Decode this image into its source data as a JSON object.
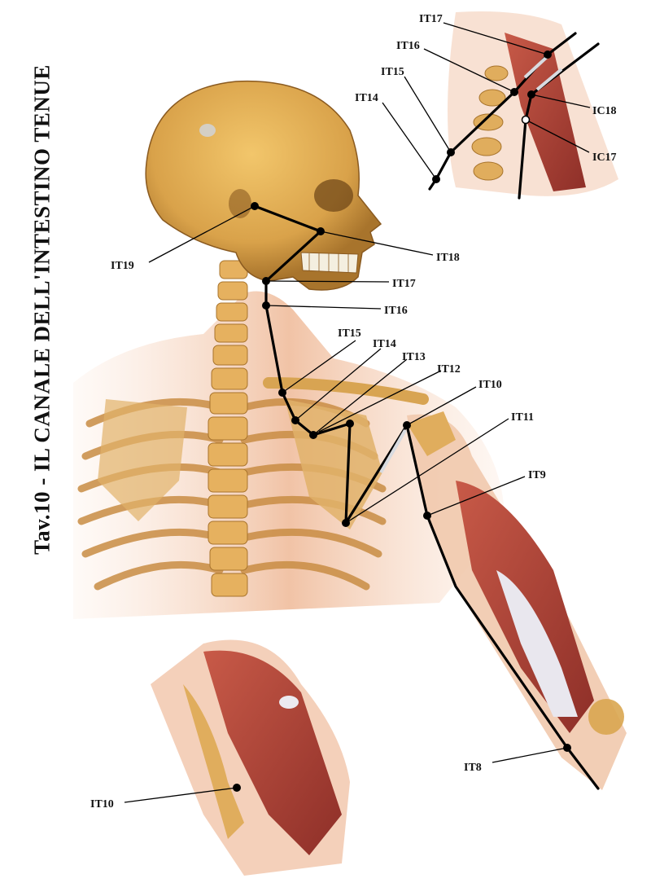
{
  "title": "Tav.10 - IL CANALE DELL'INTESTINO TENUE",
  "labels": {
    "it19": "IT19",
    "it18": "IT18",
    "it17": "IT17",
    "it16": "IT16",
    "it15": "IT15",
    "it14": "IT14",
    "it13": "IT13",
    "it12": "IT12",
    "it10": "IT10",
    "it11": "IT11",
    "it9": "IT9",
    "it8": "IT8",
    "inset_it10": "IT10",
    "inset_it17": "IT17",
    "inset_it16": "IT16",
    "inset_it15": "IT15",
    "inset_it14": "IT14",
    "inset_ic18": "IC18",
    "inset_ic17": "IC17"
  },
  "colors": {
    "bone": "#d9a650",
    "bone_dark": "#a8742c",
    "muscle": "#b8463a",
    "skin": "#f4cdb4",
    "tendon": "#e8e6ea",
    "line": "#000000"
  }
}
